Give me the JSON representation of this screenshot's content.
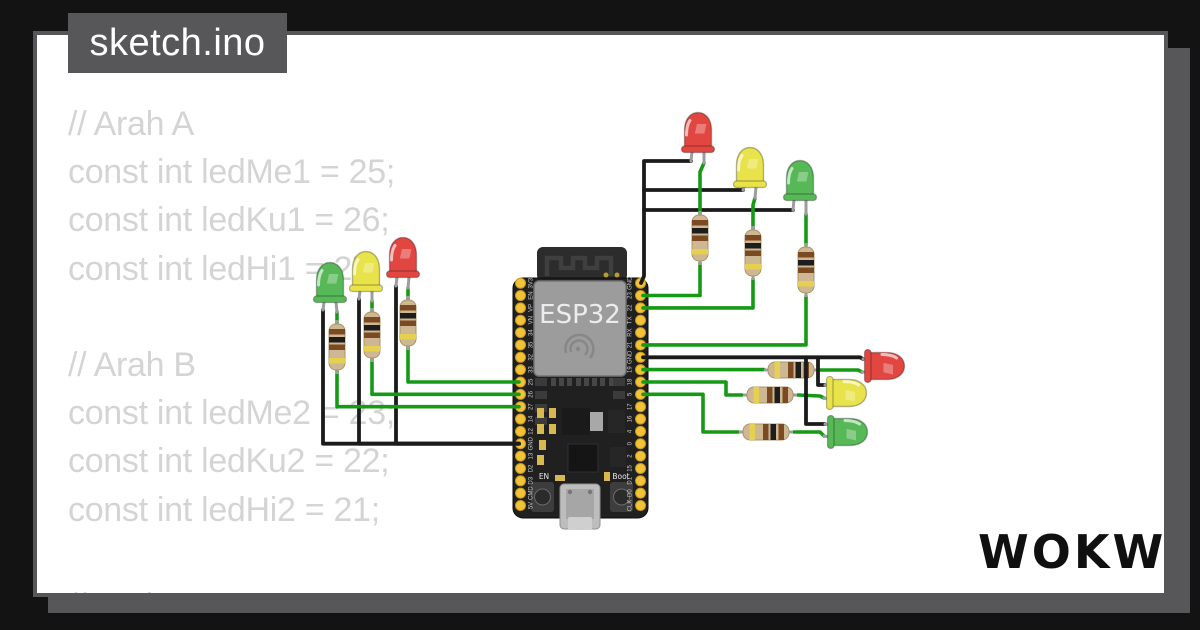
{
  "tab": {
    "title": "sketch.ino"
  },
  "code": {
    "lines": [
      "// Arah A",
      "const int ledMe1 = 25;",
      "const int ledKu1 = 26;",
      "const int ledHi1 = 27;",
      "",
      "// Arah B",
      "const int ledMe2 = 23;",
      "const int ledKu2 = 22;",
      "const int ledHi2 = 21;",
      "",
      "// Arah C"
    ]
  },
  "logo": {
    "text": "WOKWI"
  },
  "board": {
    "chip_label": "ESP32",
    "en_label": "EN",
    "boot_label": "Boot",
    "left_pins": [
      "3V3",
      "EN",
      "VP",
      "VN",
      "34",
      "35",
      "32",
      "33",
      "25",
      "26",
      "27",
      "14",
      "12",
      "GND",
      "13",
      "D2",
      "D3",
      "CMD",
      "5V"
    ],
    "right_pins": [
      "GND",
      "23",
      "22",
      "TX",
      "RX",
      "21",
      "GND",
      "19",
      "18",
      "5",
      "17",
      "16",
      "4",
      "0",
      "2",
      "15",
      "D1",
      "D0",
      "CLK"
    ]
  },
  "circuit": {
    "groups": [
      {
        "name": "Arah A",
        "side": "left",
        "leds": [
          {
            "color": "red",
            "pin": "25"
          },
          {
            "color": "yellow",
            "pin": "26"
          },
          {
            "color": "green",
            "pin": "27"
          }
        ],
        "ground_pin": "GND (left)"
      },
      {
        "name": "Arah B",
        "side": "top-right",
        "leds": [
          {
            "color": "red",
            "pin": "23"
          },
          {
            "color": "yellow",
            "pin": "22"
          },
          {
            "color": "green",
            "pin": "21"
          }
        ],
        "ground_pin": "GND (right, top)"
      },
      {
        "name": "Arah C",
        "side": "right",
        "leds": [
          {
            "color": "red",
            "pin": "19"
          },
          {
            "color": "yellow",
            "pin": "18"
          },
          {
            "color": "green",
            "pin": "5"
          }
        ],
        "ground_pin": "GND (right, middle)"
      }
    ],
    "resistor_per_led": true
  },
  "colors": {
    "frame": "#131313",
    "page": "#ffffff",
    "tab_bg": "#57575a",
    "shadow": "#57575a",
    "code_text": "#d4d4d4",
    "wire_green": "#169a16",
    "wire_black": "#1b1b1b",
    "led_red": "#e14641",
    "led_yellow": "#e8e24b",
    "led_green": "#56b857",
    "resistor_body": "#cdb893",
    "pin_gold": "#f2c238",
    "pcb": "#202020",
    "shield": "#9c9c9c"
  }
}
